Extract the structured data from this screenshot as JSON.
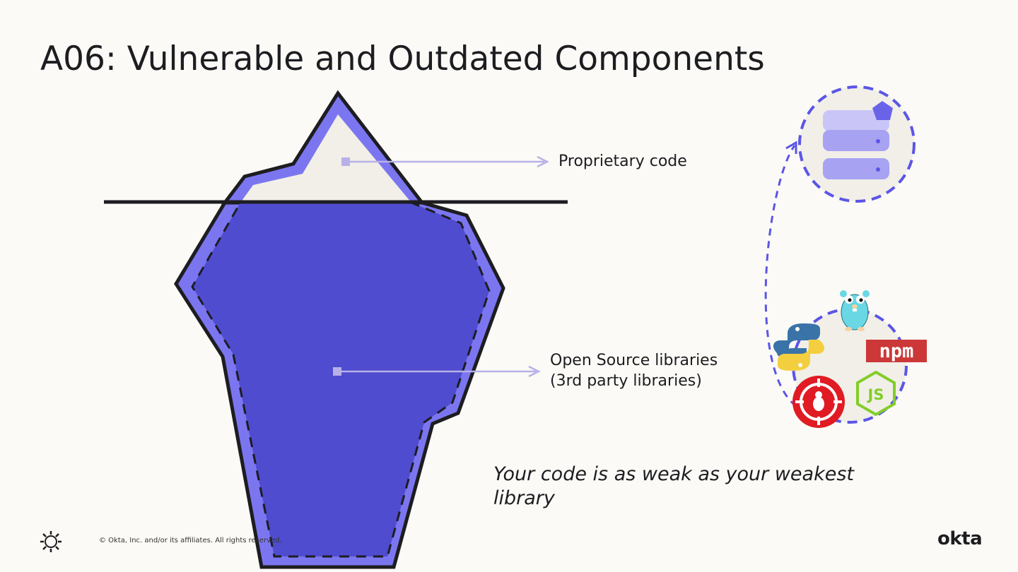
{
  "slide": {
    "title": "A06: Vulnerable and Outdated Components",
    "labels": {
      "proprietary": "Proprietary code",
      "oss_line1": "Open Source libraries",
      "oss_line2": "(3rd party libraries)"
    },
    "quote": "Your code is as weak as your weakest library",
    "footer": "© Okta, Inc. and/or its affiliates. All rights reserved.",
    "brand": "okta",
    "badges": {
      "npm": "npm",
      "js": "JS"
    }
  },
  "colors": {
    "background": "#fbfaf6",
    "iceberg_outer": "#7b76f0",
    "iceberg_inner": "#4f4ccf",
    "tip": "#f1efe8",
    "arrow": "#b8b0e8",
    "dashed_circle": "#5b55e6",
    "npm_red": "#cb3837",
    "node_green": "#83cd29",
    "bug_red": "#e01b24",
    "python_blue": "#3a73a8",
    "python_yellow": "#f3cf3f",
    "gopher": "#6ad7e5"
  },
  "icons": [
    "server-icon",
    "python-icon",
    "gopher-icon",
    "npm-icon",
    "bug-icon",
    "nodejs-icon",
    "okta-mark-icon"
  ]
}
